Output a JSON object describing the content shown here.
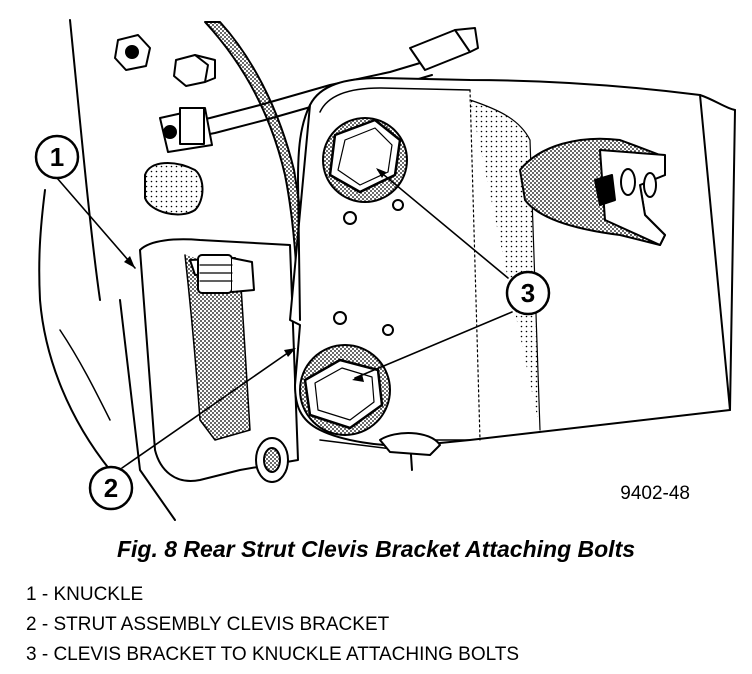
{
  "figure_code": "9402-48",
  "caption": "Fig. 8 Rear Strut Clevis Bracket Attaching Bolts",
  "callouts": [
    {
      "number": "1",
      "label": "KNUCKLE"
    },
    {
      "number": "2",
      "label": "STRUT ASSEMBLY CLEVIS BRACKET"
    },
    {
      "number": "3",
      "label": "CLEVIS BRACKET TO KNUCKLE ATTACHING BOLTS"
    }
  ],
  "legend": [
    "1 - KNUCKLE",
    "2 - STRUT ASSEMBLY CLEVIS BRACKET",
    "3 - CLEVIS BRACKET TO KNUCKLE ATTACHING BOLTS"
  ],
  "colors": {
    "ink": "#000000",
    "paper": "#ffffff",
    "shade": "#9a9a9a"
  }
}
